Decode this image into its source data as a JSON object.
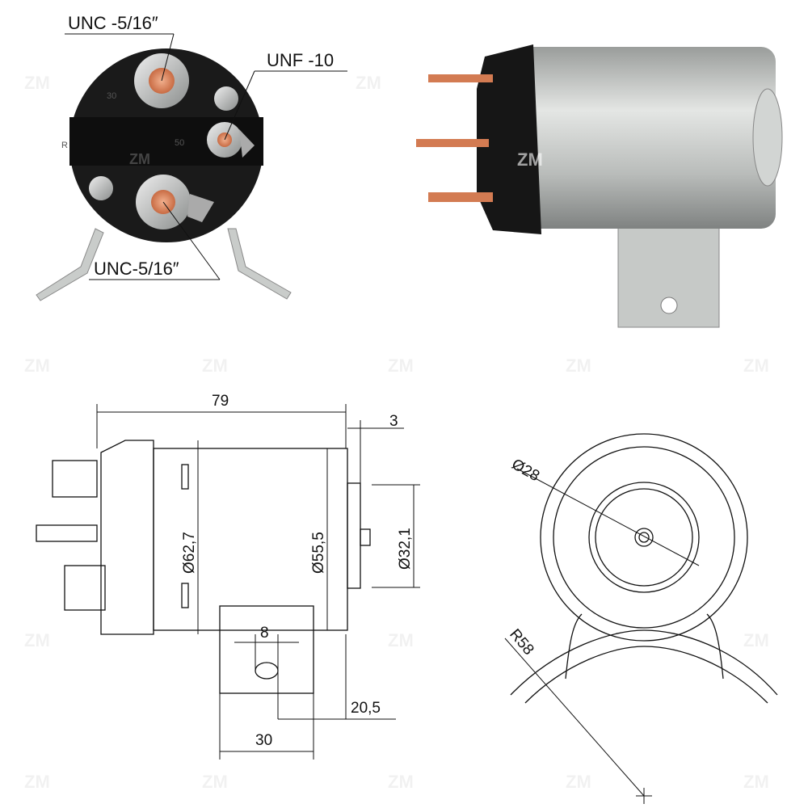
{
  "photo_front": {
    "callouts": [
      "UNC -5/16″",
      "UNF -10",
      "UNC-5/16″"
    ],
    "terminal_marks": [
      "30",
      "50",
      "R"
    ],
    "logo": "ZM"
  },
  "photo_side": {
    "logo": "ZM"
  },
  "drawing_side": {
    "dimensions": {
      "length": "79",
      "cap": "3",
      "dia_body": "Ø62,7",
      "dia_can": "Ø55,5",
      "dia_boss": "Ø32,1",
      "hole": "8",
      "bracket_offset": "20,5",
      "bracket_width": "30"
    }
  },
  "drawing_end": {
    "dimensions": {
      "dia_center": "Ø28",
      "radius": "R58"
    }
  },
  "colors": {
    "copper": "#d9835a",
    "body_black": "#151515",
    "steel": "#bfc3c0"
  }
}
